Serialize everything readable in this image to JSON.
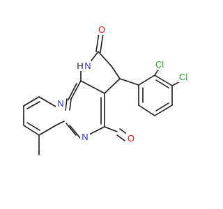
{
  "colors": {
    "bond": "#1a1a1a",
    "nitrogen": "#2b2bd6",
    "oxygen": "#e0120f",
    "chlorine": "#2ea32e",
    "carbon": "#1a1a1a",
    "background": "#ffffff"
  },
  "atoms": {
    "o_top": {
      "text": "O"
    },
    "o_bottom": {
      "text": "O"
    },
    "nh": {
      "text": "H"
    },
    "n_bridge": {
      "text": "N"
    },
    "n_ring": {
      "text": "N"
    },
    "n_h": {
      "text": "N"
    },
    "cl_1": {
      "text": "Cl"
    },
    "cl_2": {
      "text": "Cl"
    }
  }
}
